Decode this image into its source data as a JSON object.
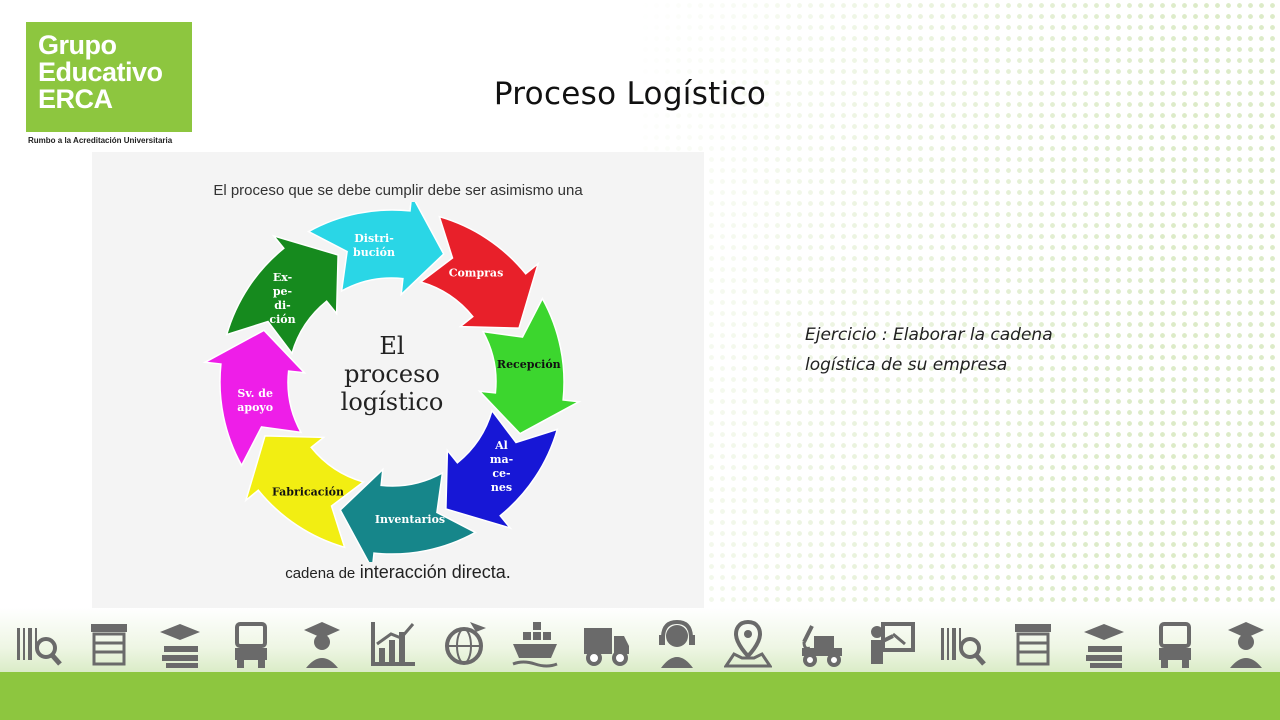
{
  "logo": {
    "lines": [
      "Grupo",
      "Educativo",
      "ERCA"
    ],
    "tagline": "Rumbo a la Acreditación Universitaria"
  },
  "slide": {
    "title": "Proceso Logístico"
  },
  "figure": {
    "top_text": "El proceso que se debe cumplir debe ser asimismo una",
    "bottom_small": "cadena de",
    "bottom_big": "interacción directa.",
    "center_lines": [
      "El",
      "proceso",
      "logístico"
    ],
    "steps": [
      {
        "label_lines": [
          "Compras"
        ],
        "color": "#e8202a"
      },
      {
        "label_lines": [
          "Recepción"
        ],
        "color": "#3cd62e"
      },
      {
        "label_lines": [
          "Al",
          "ma-",
          "ce-",
          "nes"
        ],
        "color": "#1717d6"
      },
      {
        "label_lines": [
          "Inventarios"
        ],
        "color": "#16868a"
      },
      {
        "label_lines": [
          "Fabricación"
        ],
        "color": "#f2ee12"
      },
      {
        "label_lines": [
          "Sv. de",
          "apoyo"
        ],
        "color": "#ee1ee8"
      },
      {
        "label_lines": [
          "Ex-",
          "pe-",
          "di-",
          "ción"
        ],
        "color": "#168a1e"
      },
      {
        "label_lines": [
          "Distri-",
          "bución"
        ],
        "color": "#2ad6e6"
      }
    ]
  },
  "exercise": {
    "text": "Ejercicio : Elaborar la cadena logística de su empresa"
  },
  "icons": [
    "barcode-search-icon",
    "storage-icon",
    "graduation-books-icon",
    "truck-front-icon",
    "graduate-icon",
    "growth-chart-icon",
    "globe-plane-icon",
    "cargo-ship-icon",
    "delivery-truck-icon",
    "support-agent-icon",
    "map-location-icon",
    "tow-truck-icon",
    "teacher-board-icon",
    "barcode-search-icon",
    "storage-icon",
    "graduation-books-icon",
    "truck-front-icon",
    "graduate-icon"
  ],
  "colors": {
    "brand_green": "#8dc63f",
    "icon_gray": "#6a6a6a"
  }
}
